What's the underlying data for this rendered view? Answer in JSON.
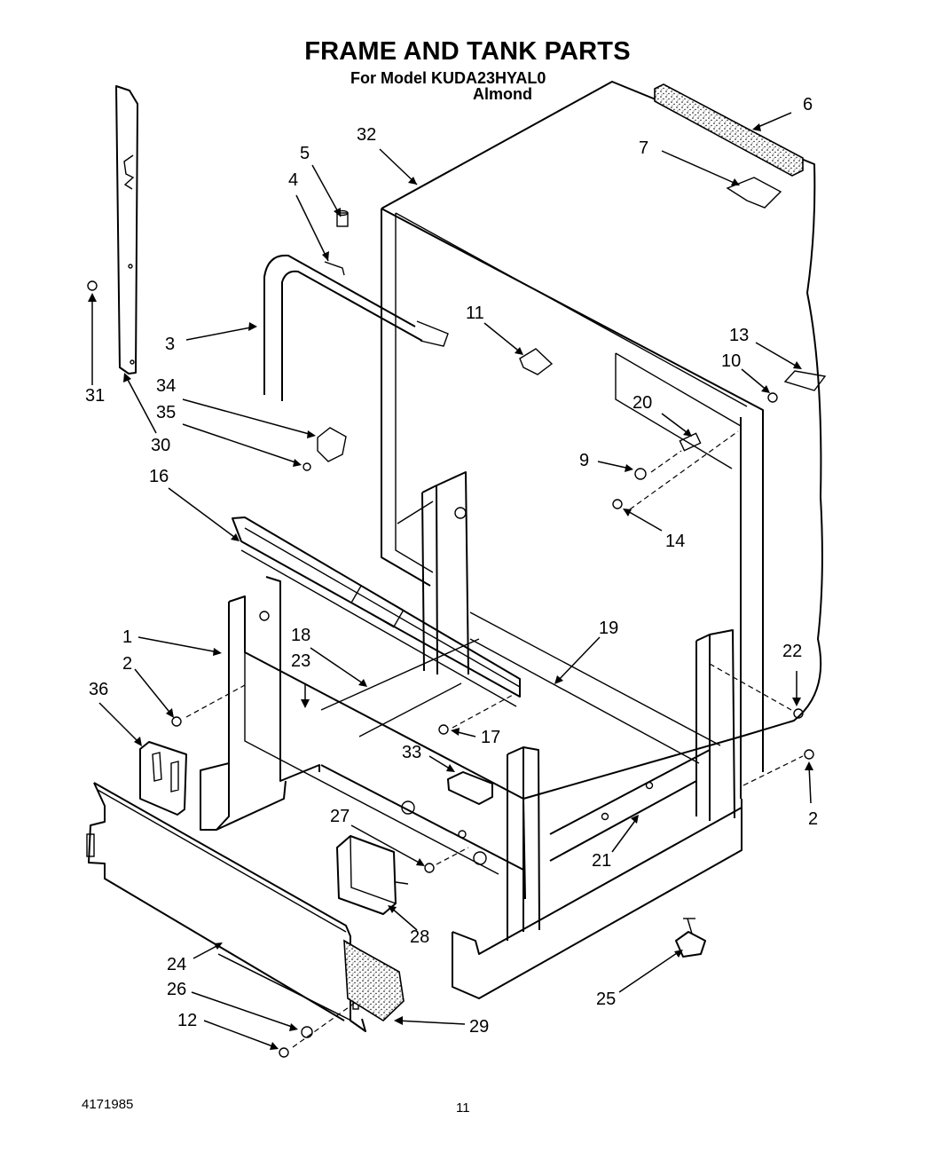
{
  "header": {
    "title": "FRAME AND TANK PARTS",
    "model_line": "For Model KUDA23HYAL0",
    "color_line": "Almond"
  },
  "callouts": [
    "1",
    "2",
    "2",
    "3",
    "4",
    "5",
    "6",
    "7",
    "9",
    "10",
    "11",
    "12",
    "13",
    "14",
    "16",
    "17",
    "18",
    "19",
    "20",
    "21",
    "22",
    "23",
    "24",
    "25",
    "26",
    "27",
    "28",
    "29",
    "30",
    "31",
    "32",
    "33",
    "34",
    "35",
    "36"
  ],
  "footer": {
    "doc_number": "4171985",
    "page_number": "11"
  }
}
